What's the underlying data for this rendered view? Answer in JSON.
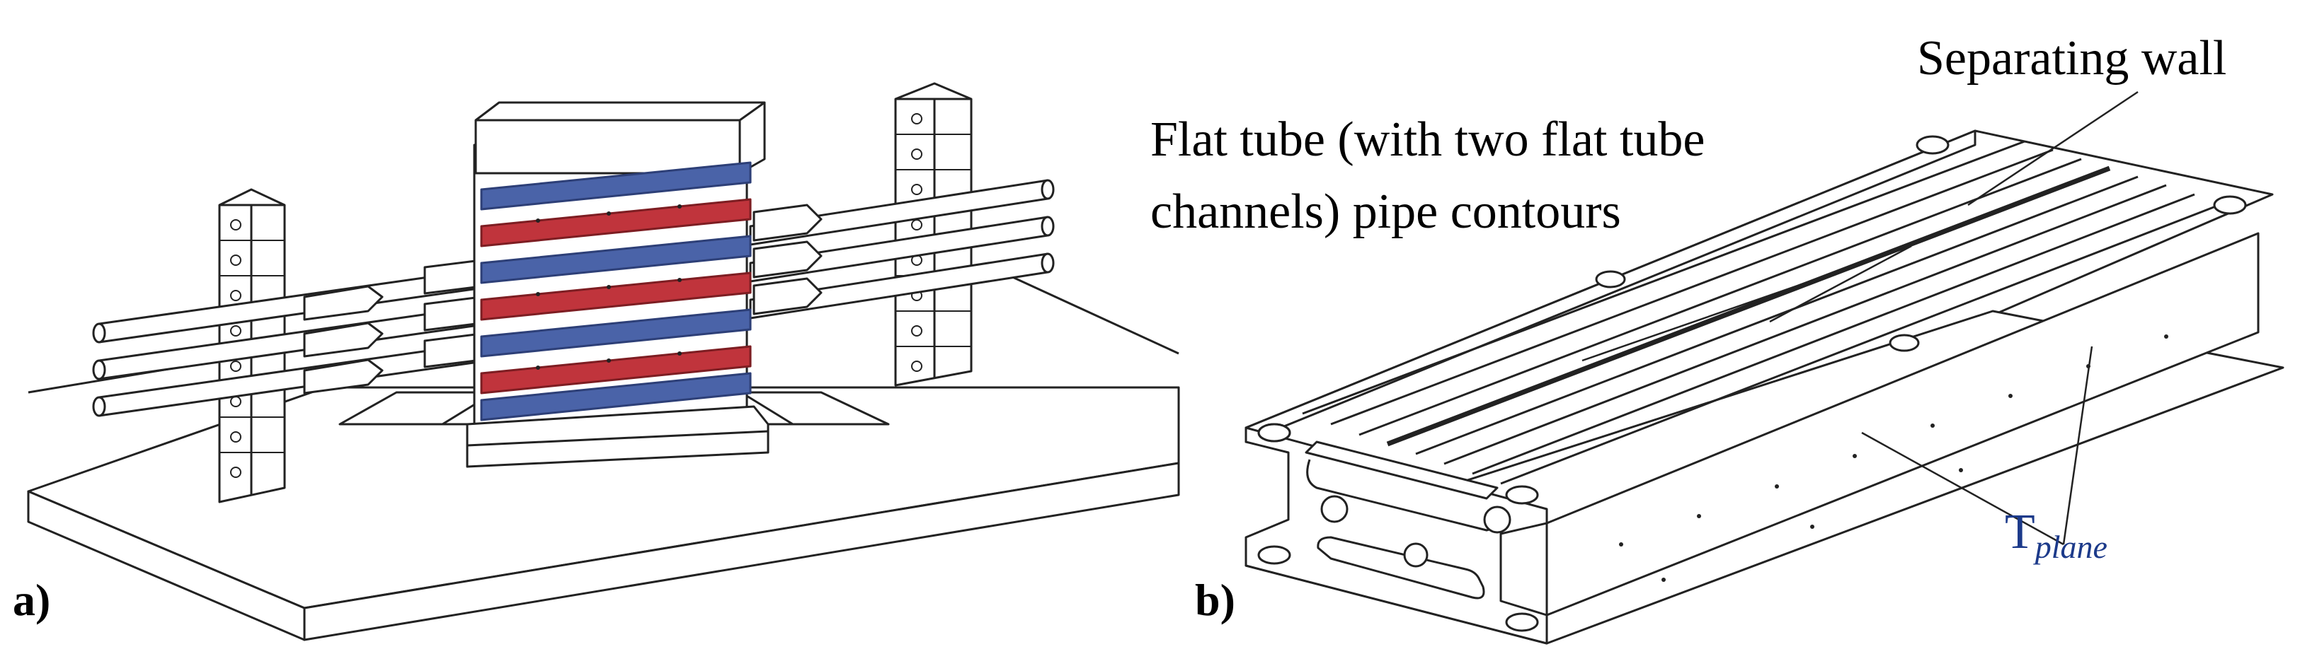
{
  "panels": {
    "a": {
      "label": "a)"
    },
    "b": {
      "label": "b)",
      "annotations": {
        "separating_wall": "Separating wall",
        "flat_tube_line1": "Flat tube (with two flat tube",
        "flat_tube_line2": "channels) pipe contours",
        "t_plane_main": "T",
        "t_plane_sub": "plane"
      }
    }
  },
  "colors": {
    "line": "#222222",
    "red_layer": "#c0343c",
    "blue_layer": "#4a63a8",
    "annotation_blue": "#1c3a8a"
  }
}
